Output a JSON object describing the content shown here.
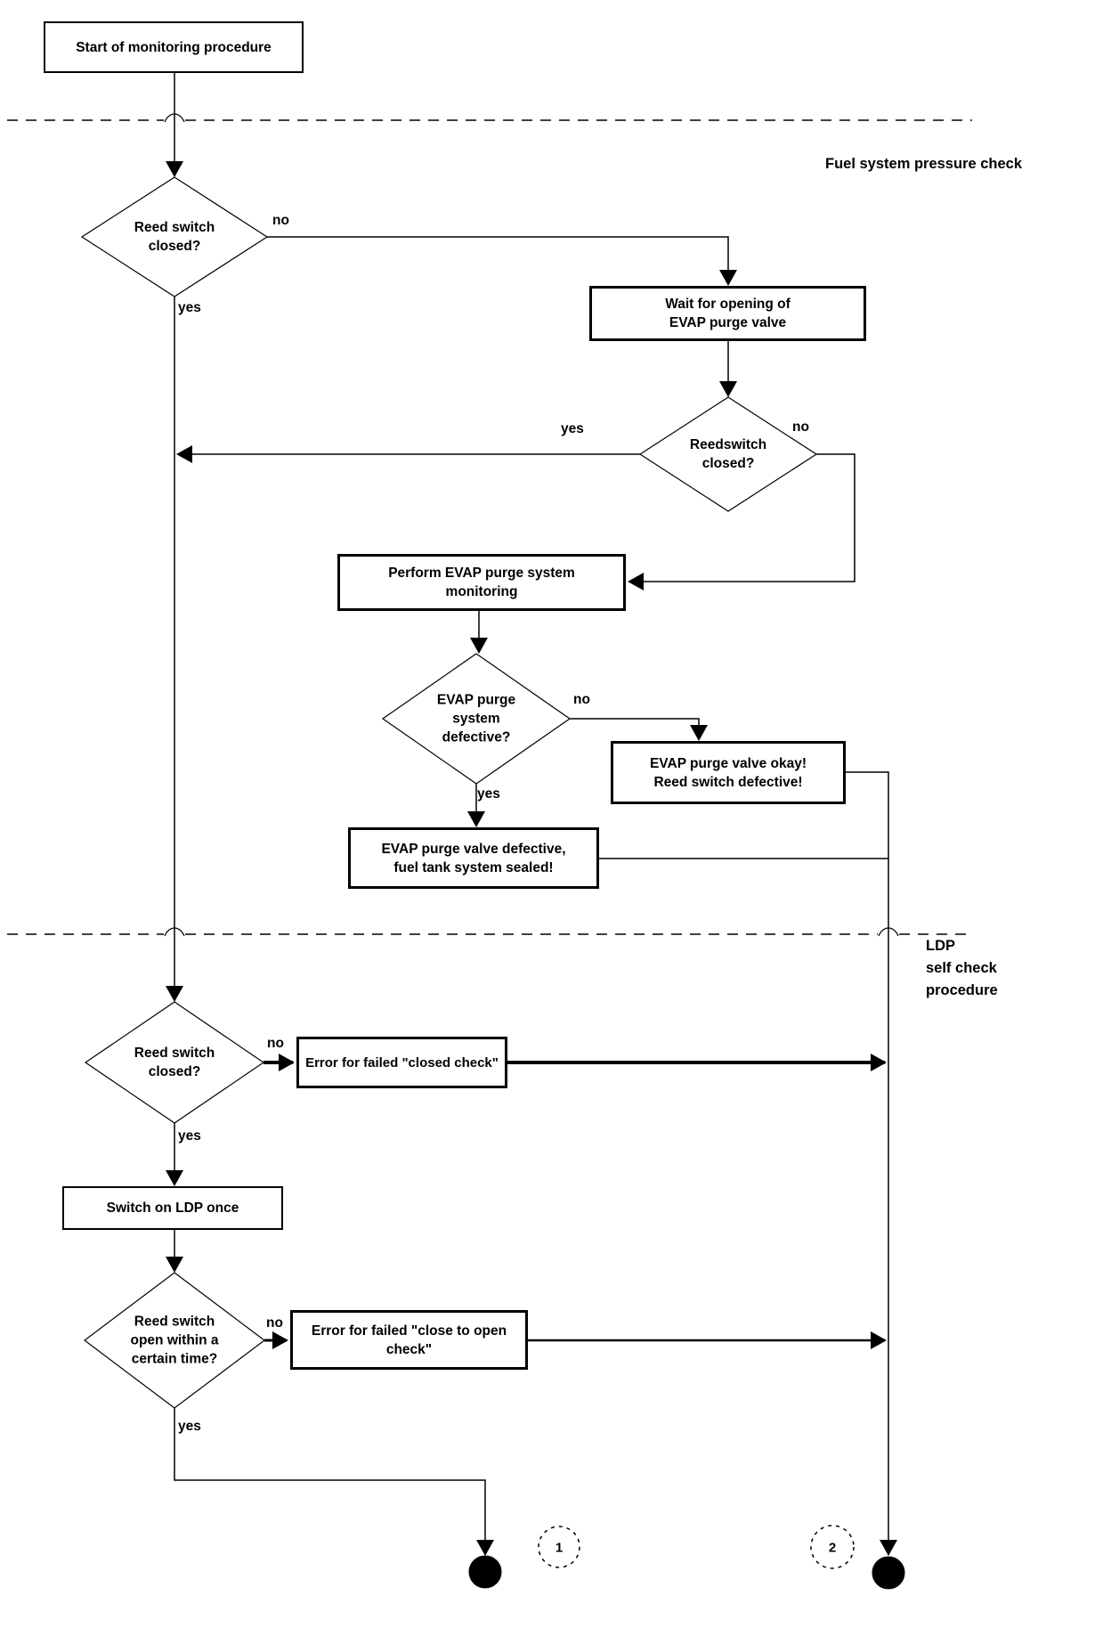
{
  "diagram": {
    "section_labels": {
      "fuel": "Fuel system pressure check",
      "ldp": [
        "LDP",
        "self check",
        "procedure"
      ]
    },
    "nodes": {
      "start": "Start of monitoring procedure",
      "d1": [
        "Reed switch",
        "closed?"
      ],
      "wait": [
        "Wait for opening of",
        "EVAP purge valve"
      ],
      "d2": [
        "Reedswitch",
        "closed?"
      ],
      "perform": [
        "Perform EVAP purge system",
        "monitoring"
      ],
      "d3": [
        "EVAP purge",
        "system",
        "defective?"
      ],
      "valve_okay": [
        "EVAP purge valve okay!",
        "Reed switch defective!"
      ],
      "valve_defective": [
        "EVAP purge valve defective,",
        "fuel tank system sealed!"
      ],
      "d4": [
        "Reed switch",
        "closed?"
      ],
      "error_closed": "Error for failed \"closed check\"",
      "switch_ldp": "Switch on LDP once",
      "d5": [
        "Reed switch",
        "open within a",
        "certain time?"
      ],
      "error_open": [
        "Error for failed \"close to open",
        "check\""
      ]
    },
    "edge_labels": {
      "yes": "yes",
      "no": "no"
    },
    "connectors": {
      "c1": "1",
      "c2": "2"
    },
    "colors": {
      "line": "#000000",
      "background": "#ffffff"
    }
  }
}
